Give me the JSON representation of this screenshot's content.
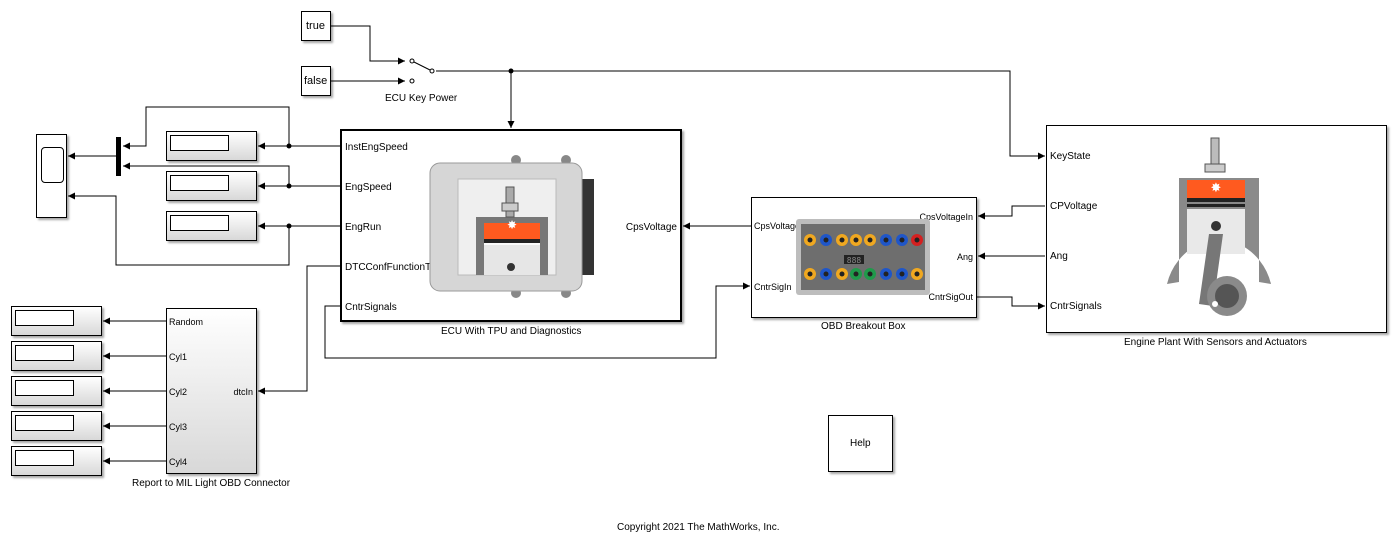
{
  "constants": {
    "true_label": "true",
    "false_label": "false"
  },
  "switch": {
    "caption": "ECU Key Power"
  },
  "ecu": {
    "caption": "ECU With TPU and Diagnostics",
    "inports": [
      "InstEngSpeed",
      "EngSpeed",
      "EngRun",
      "DTCConfFunctionTPU",
      "CntrSignals"
    ],
    "outport": "CpsVoltage"
  },
  "obd": {
    "caption": "OBD Breakout Box",
    "left_ports": [
      "CpsVoltageOut",
      "CntrSigIn"
    ],
    "right_ports": [
      "CpsVoltageIn",
      "Ang",
      "CntrSigOut"
    ],
    "display_text": "888"
  },
  "engine": {
    "caption": "Engine Plant With Sensors and Actuators",
    "ports": [
      "KeyState",
      "CPVoltage",
      "Ang",
      "CntrSignals"
    ]
  },
  "mil": {
    "caption": "Report to MIL Light OBD Connector",
    "outports": [
      "Random",
      "Cyl1",
      "Cyl2",
      "Cyl3",
      "Cyl4"
    ],
    "inport": "dtcIn"
  },
  "help": {
    "label": "Help"
  },
  "copyright": "Copyright 2021 The MathWorks, Inc.",
  "colors": {
    "jack_orange": "#f0a820",
    "jack_blue": "#1f56c8",
    "jack_green": "#1f9a4a",
    "jack_red": "#d42020",
    "piston_flame": "#ff5a1f"
  }
}
